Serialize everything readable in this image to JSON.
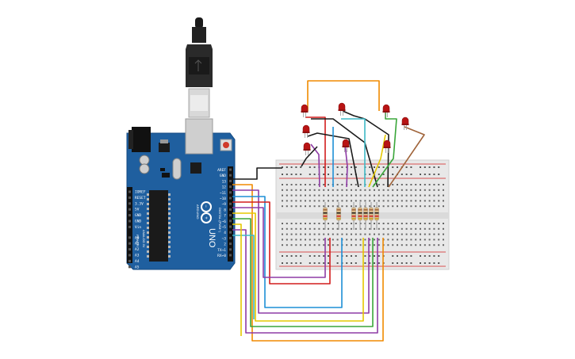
{
  "board": {
    "name": "UNO",
    "brand": "ARDUINO",
    "aref": "AREF",
    "gnd": "GND",
    "digital_label": "DIGITAL (PWM~)",
    "power_label": "POWER",
    "analog_label": "ANALOG IN",
    "reset_label": "RESET",
    "power_pins": [
      "IOREF",
      "RESET",
      "3.3V",
      "5V",
      "GND",
      "GND",
      "Vin"
    ],
    "analog_pins": [
      "A0",
      "A1",
      "A2",
      "A3",
      "A4",
      "A5"
    ],
    "digital_pins": [
      "13",
      "12",
      "~11",
      "~10",
      "~9",
      "8",
      "7",
      "~6",
      "~5",
      "4",
      "~3",
      "2",
      "TX→1",
      "RX←0"
    ],
    "color": "#1f5f9f"
  },
  "colors": {
    "orange": "#f08a00",
    "purple": "#8e3ba5",
    "red": "#d21d1d",
    "blue": "#1d8fd6",
    "cyan": "#3fb9c6",
    "green": "#3aa63a",
    "yellow": "#e5c800",
    "brown": "#a0643a",
    "black": "#1a1a1a",
    "led": "#b81414"
  }
}
